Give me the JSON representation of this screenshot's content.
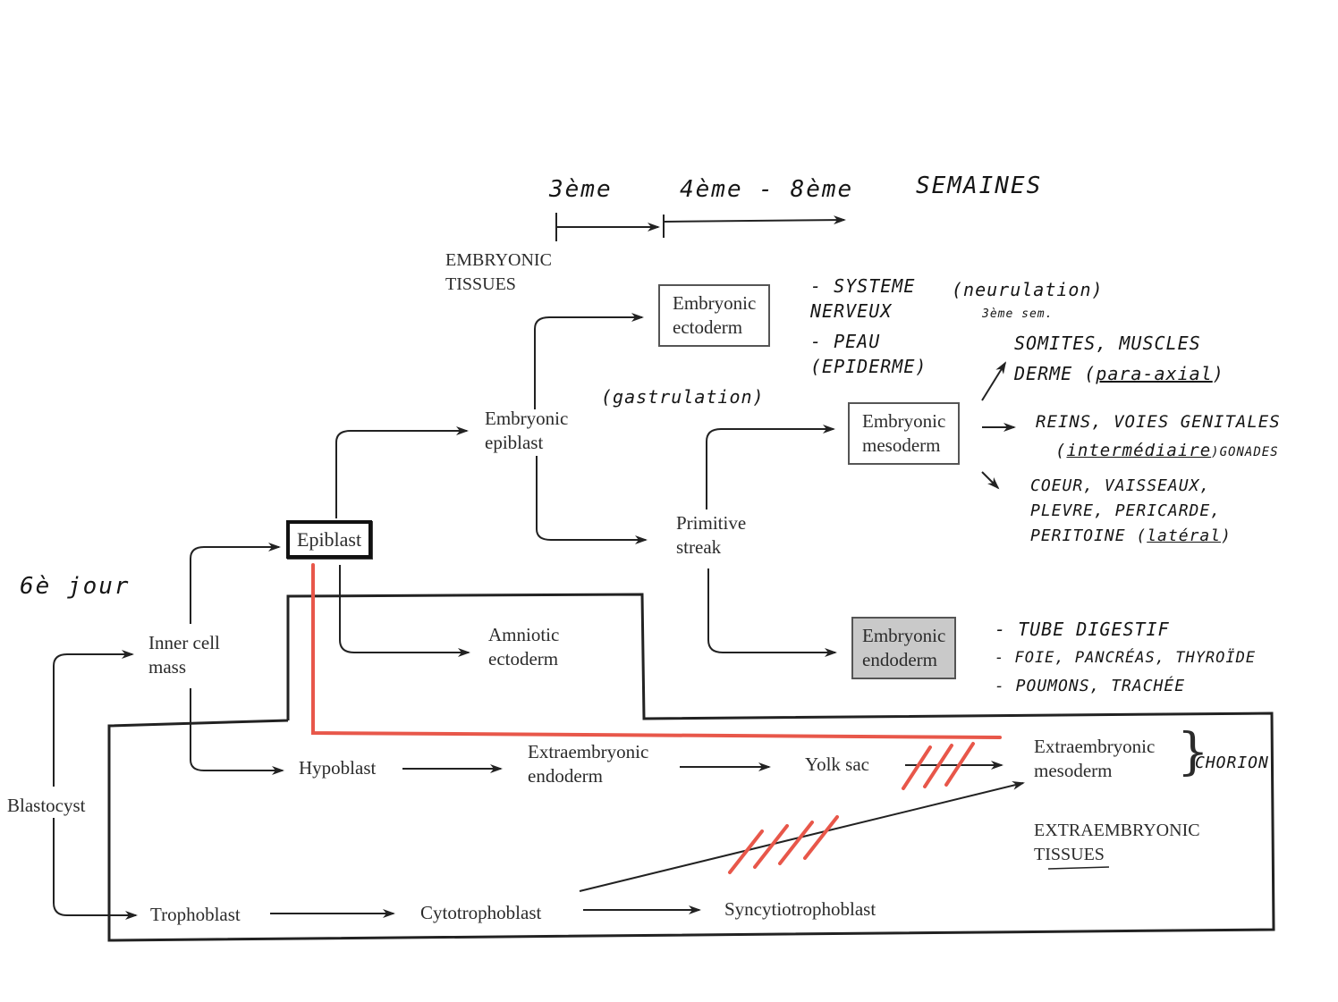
{
  "timeline": {
    "week3": "3ème",
    "weeks4to8": "4ème - 8ème",
    "semaines": "SEMAINES"
  },
  "headings": {
    "embryonic_tissues": "EMBRYONIC\nTISSUES",
    "extraembryonic_tissues": "EXTRAEMBRYONIC\nTISSUES"
  },
  "nodes": {
    "blastocyst": "Blastocyst",
    "inner_cell_mass": "Inner cell\nmass",
    "trophoblast": "Trophoblast",
    "epiblast": "Epiblast",
    "hypoblast": "Hypoblast",
    "embryonic_epiblast": "Embryonic\nepiblast",
    "amniotic_ectoderm": "Amniotic\nectoderm",
    "embryonic_ectoderm": "Embryonic\nectoderm",
    "primitive_streak": "Primitive\nstreak",
    "embryonic_mesoderm": "Embryonic\nmesoderm",
    "embryonic_endoderm": "Embryonic\nendoderm",
    "extraembryonic_endoderm": "Extraembryonic\nendoderm",
    "yolk_sac": "Yolk sac",
    "extraembryonic_mesoderm": "Extraembryonic\nmesoderm",
    "cytotrophoblast": "Cytotrophoblast",
    "syncytiotrophoblast": "Syncytiotrophoblast"
  },
  "annotations": {
    "day6": "6è jour",
    "gastrulation": "(gastrulation)",
    "systeme_nerveux": "- SYSTEME\n  NERVEUX",
    "neurulation": "(neurulation)",
    "neurulation_week": "3ème sem.",
    "peau": "- PEAU\n  (EPIDERME)",
    "somites_line": "SOMITES, MUSCLES",
    "derme_line": "DERME (",
    "paraxial": "para-axial",
    "derme_close": ")",
    "reins_line": "REINS, VOIES GENITALES",
    "intermediaire_open": "(",
    "intermediaire": "intermédiaire",
    "gonades": ")GONADES",
    "coeur_lines": "COEUR, VAISSEAUX,\nPLEVRE, PERICARDE,\nPERITOINE (",
    "lateral": "latéral",
    "lateral_close": ")",
    "tube_digestif": "- TUBE DIGESTIF",
    "foie": "- FOIE, PANCRÉAS, THYROÏDE",
    "poumons": "- POUMONS, TRACHÉE",
    "chorion": "CHORION",
    "brace": "}"
  },
  "colors": {
    "ink": "#222222",
    "red_marker": "#e8574a",
    "shaded_box": "#c9c9c9"
  }
}
